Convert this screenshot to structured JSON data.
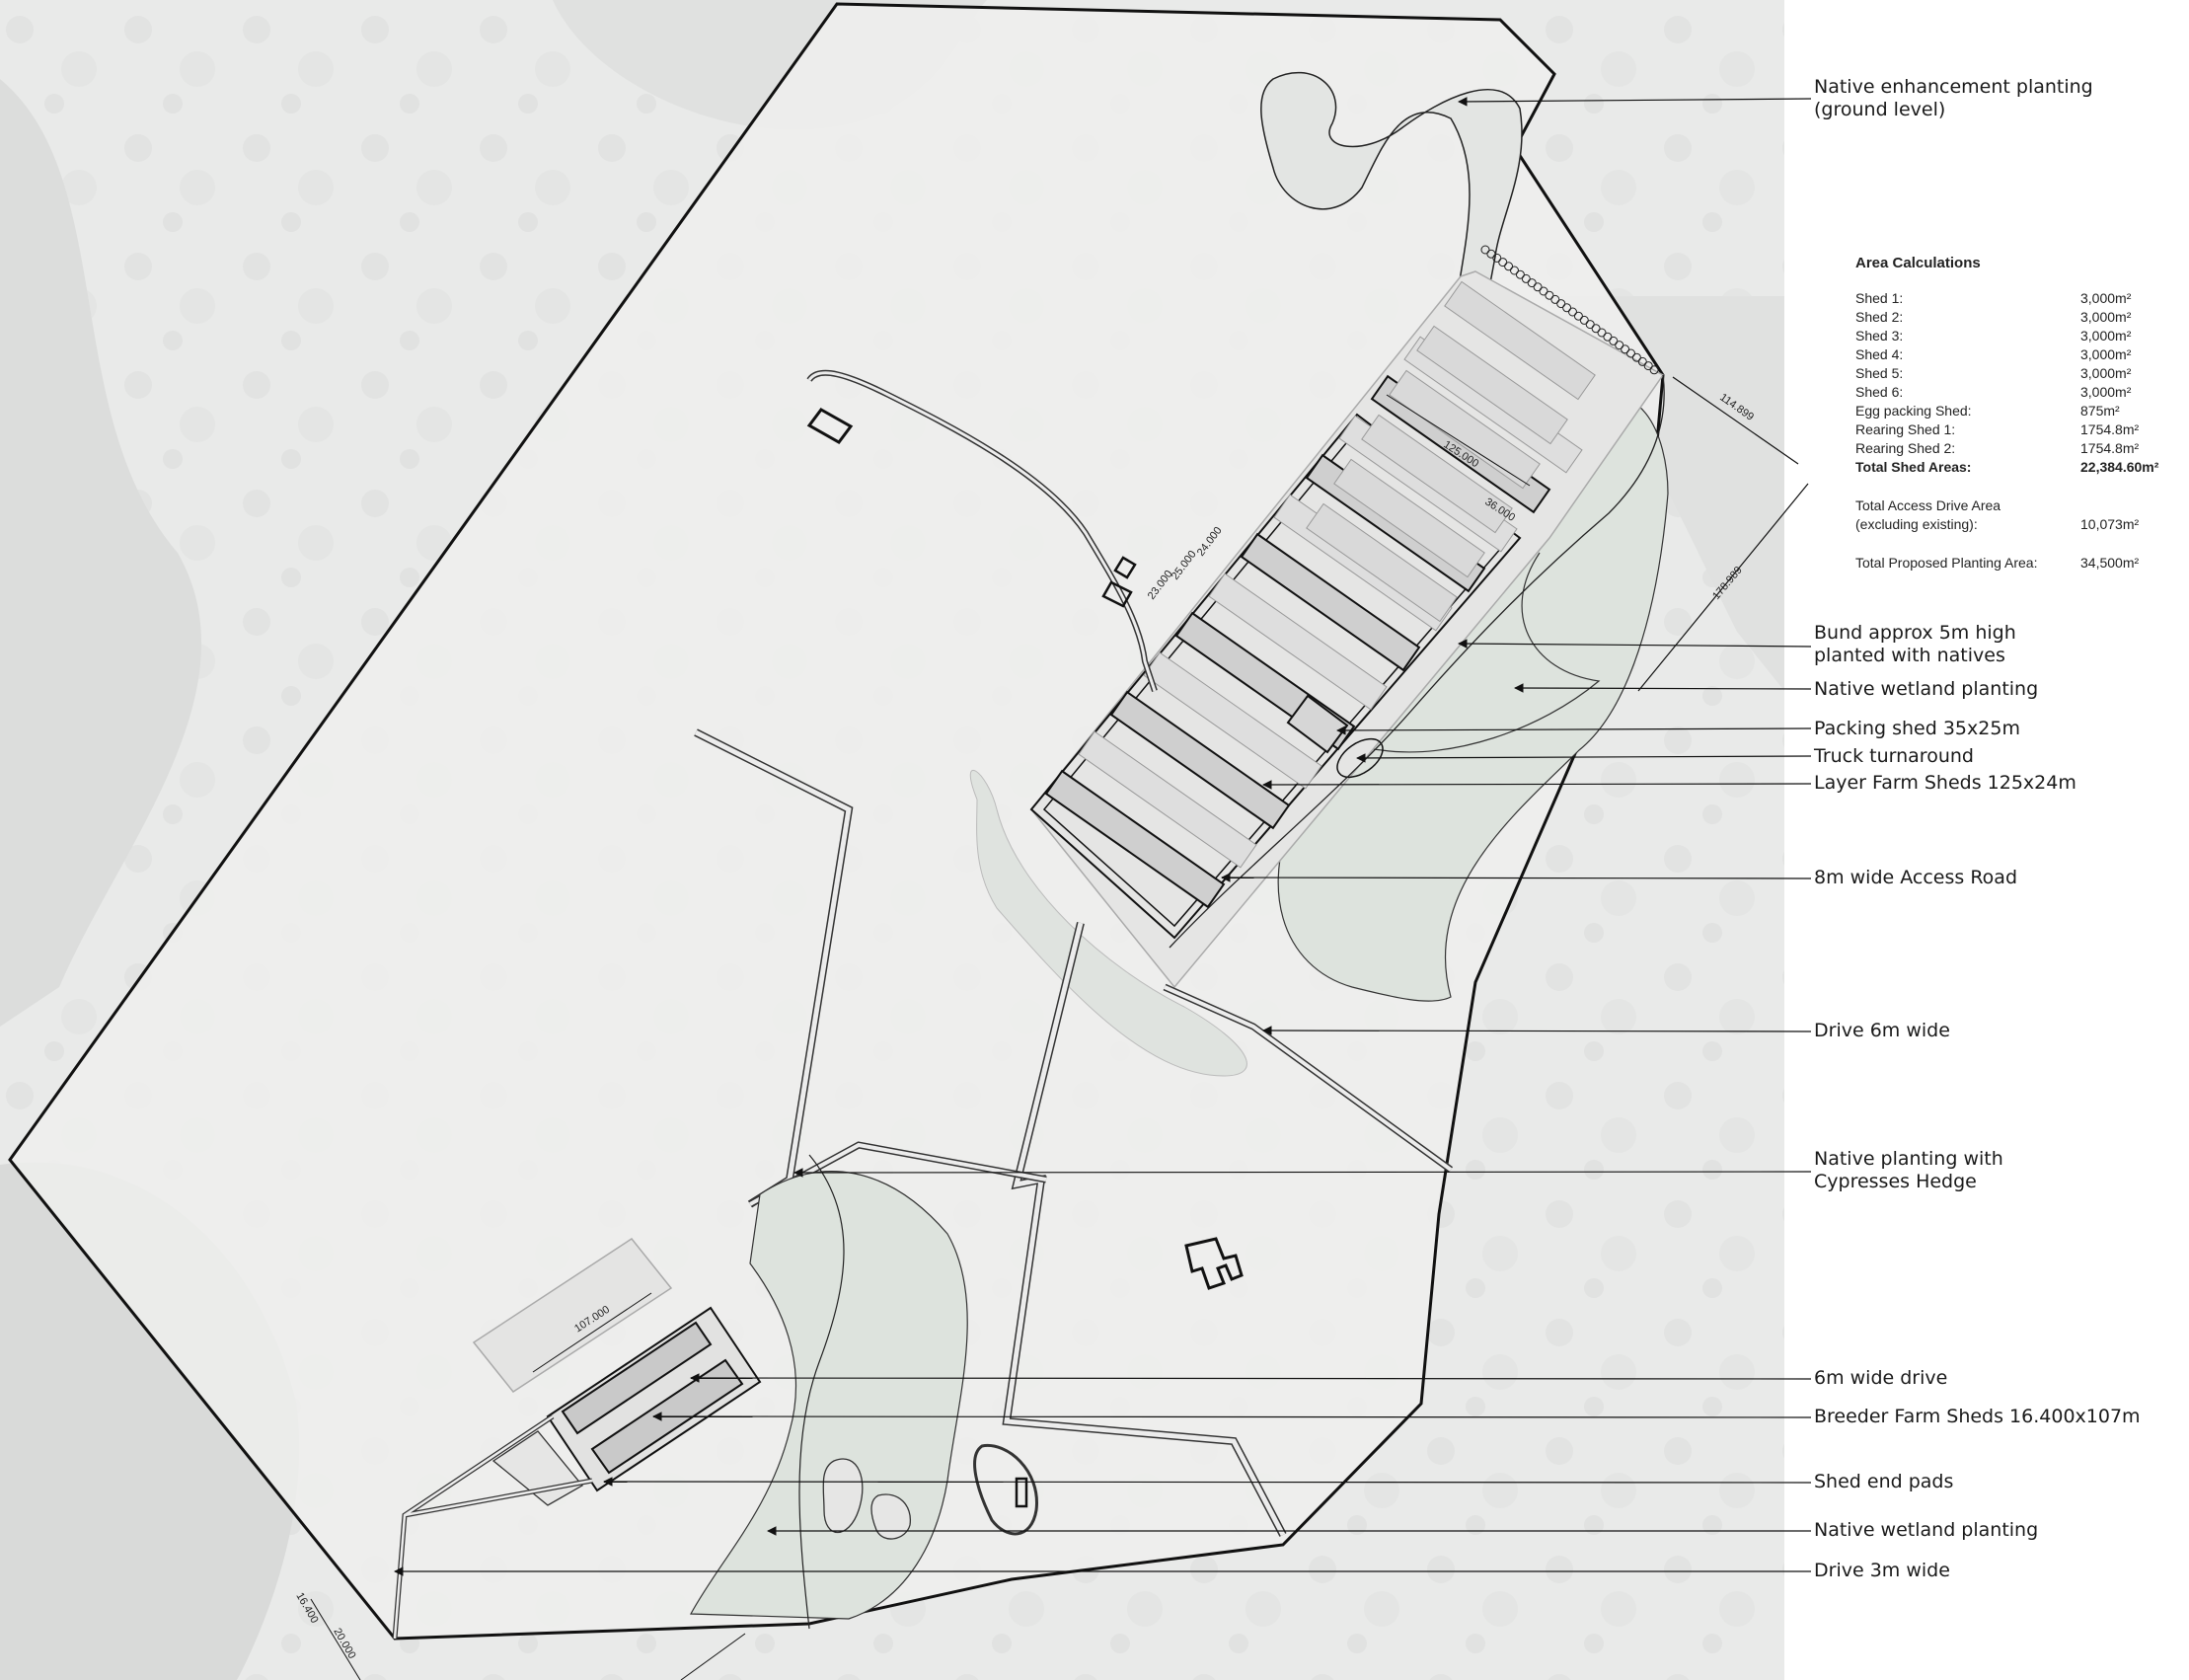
{
  "labels": {
    "native_enhancement": [
      "Native enhancement planting",
      "(ground level)"
    ],
    "bund": [
      "Bund approx 5m high",
      "planted with natives"
    ],
    "native_wetland_upper": [
      "Native wetland planting"
    ],
    "packing_shed": [
      "Packing shed 35x25m"
    ],
    "truck_turnaround": [
      "Truck turnaround"
    ],
    "layer_sheds": [
      "Layer Farm Sheds 125x24m"
    ],
    "access_road": [
      "8m wide Access Road"
    ],
    "drive_6m": [
      "Drive 6m wide"
    ],
    "cypress_hedge": [
      "Native planting with",
      "Cypresses Hedge"
    ],
    "drive_6m_lower": [
      "6m wide drive"
    ],
    "breeder_sheds": [
      "Breeder Farm Sheds 16.400x107m"
    ],
    "shed_end_pads": [
      "Shed end pads"
    ],
    "native_wetland_lower": [
      "Native wetland planting"
    ],
    "drive_3m": [
      "Drive 3m wide"
    ]
  },
  "area": {
    "title": "Area Calculations",
    "rows": [
      {
        "k": "Shed 1:",
        "v": "3,000m²"
      },
      {
        "k": "Shed 2:",
        "v": "3,000m²"
      },
      {
        "k": "Shed 3:",
        "v": "3,000m²"
      },
      {
        "k": "Shed 4:",
        "v": "3,000m²"
      },
      {
        "k": "Shed 5:",
        "v": "3,000m²"
      },
      {
        "k": "Shed 6:",
        "v": "3,000m²"
      },
      {
        "k": "Egg packing Shed:",
        "v": "875m²"
      },
      {
        "k": "Rearing Shed 1:",
        "v": "1754.8m²"
      },
      {
        "k": "Rearing Shed 2:",
        "v": "1754.8m²"
      },
      {
        "k": "Total Shed Areas:",
        "v": "22,384.60m²"
      }
    ],
    "access_label_1": "Total Access Drive Area",
    "access_label_2": "(excluding existing):",
    "access_value": "10,073m²",
    "planting_label": "Total Proposed Planting Area:",
    "planting_value": "34,500m²"
  },
  "dimensions": {
    "shed_length": "125.000",
    "shed_width": "36.000",
    "boundary_a": "114.899",
    "boundary_b": "178.989",
    "breeder_length": "107.000",
    "d1": "23.000",
    "d2": "25.000",
    "d3": "24.000",
    "d4": "20.000",
    "d5": "16.400"
  }
}
